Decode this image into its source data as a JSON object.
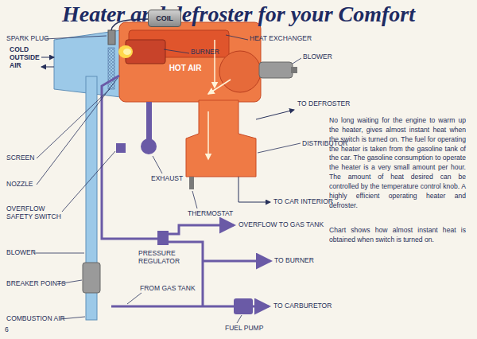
{
  "diagram": {
    "title": "Heater and defroster for your Comfort",
    "nodes": [
      {
        "text": [
          "COIL"
        ]
      },
      {
        "text": [
          "HOT AIR"
        ]
      }
    ],
    "labels": [
      "SPARK PLUG",
      "COLD OUTSIDE AIR",
      "SCREEN",
      "NOZZLE",
      "OVERFLOW SAFETY SWITCH",
      "BLOWER",
      "BREAKER POINTS",
      "COMBUSTION AIR",
      "6",
      "HEAT EXCHANGER",
      "BURNER",
      "BLOWER",
      "TO DEFROSTER",
      "DISTRIBUTOR",
      "EXHAUST",
      "THERMOSTAT",
      "TO CAR INTERIOR",
      "OVERFLOW TO GAS TANK",
      "PRESSURE REGULATOR",
      "TO BURNER",
      "FROM GAS TANK",
      "TO CARBURETOR",
      "FUEL PUMP",
      "No long waiting for the engine to warm up the heater, gives almost instant heat when the switch is turned on. The fuel for operating the heater is taken from the gasoline tank of the car. The gasoline consumption to operate the heater is a very small amount per hour. The amount of heat desired can be controlled by the temperature control knob. A highly efficient operating heater and defroster.",
      "Chart shows how almost instant heat is obtained when switch is turned on."
    ]
  }
}
